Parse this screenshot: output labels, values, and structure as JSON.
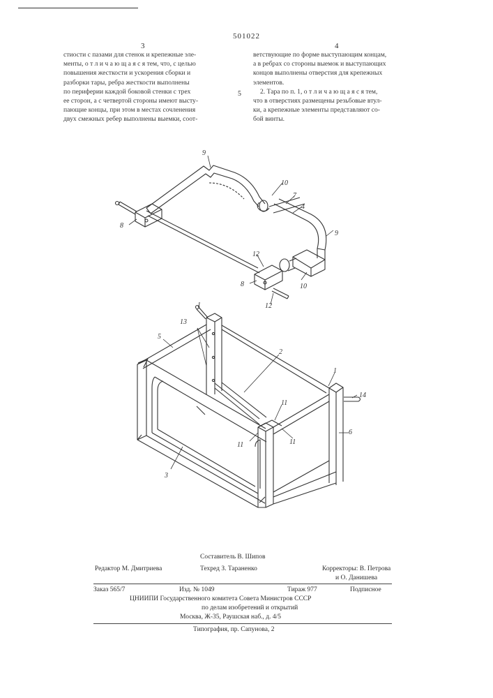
{
  "header": {
    "patent_number": "501022",
    "column_left_number": "3",
    "column_right_number": "4",
    "margin_line_number": "5"
  },
  "text": {
    "left_column": [
      "стиости с пазами для стенок и крепежные эле-",
      "менты, о т л и ч а ю щ а я с я тем, что, с целью",
      "повышения жесткости и ускорения сборки и",
      "разборки тары, ребра жесткости выполнены",
      "по периферии каждой боковой стенки с трех",
      "ее сторон, а с четвертой стороны имеют высту-",
      "пающие концы, при этом в местах сочленения",
      "двух смежных ребер выполнены выемки, соот-"
    ],
    "right_column": [
      "ветствующие по форме выступающим концам,",
      "а в ребрах со стороны выемок и выступающих",
      "концов выполнены отверстия для крепежных",
      "элементов.",
      "2. Тара по п. 1, о т л и ч а ю щ а я с я тем,",
      "что в отверстиях размещены резьбовые втул-",
      "ки, а крепежные элементы представляют со-",
      "бой винты."
    ]
  },
  "drawing": {
    "labels": {
      "l9a": "9",
      "l10a": "10",
      "l7": "7",
      "l4": "4",
      "l9b": "9",
      "l8a": "8",
      "l12a": "12",
      "l8b": "8",
      "l10b": "10",
      "l12b": "12",
      "l1a": "1",
      "l13": "13",
      "l5": "5",
      "l2": "2",
      "l1b": "1",
      "l14": "14",
      "l11a": "11",
      "l11b": "11",
      "l11c": "11",
      "l6": "6",
      "l3": "3"
    }
  },
  "colophon": {
    "compiler": "Составитель В. Шипов",
    "editor": "Редактор М. Дмитриева",
    "techeditor": "Техред З. Тараненко",
    "correctors_1": "Корректоры: В. Петрова",
    "correctors_2": "и О. Данишева",
    "order": "Заказ 565/7",
    "edition": "Изд. № 1049",
    "circulation": "Тираж 977",
    "subscription": "Подписное",
    "org_1": "ЦНИИПИ Государственного комитета Совета Министров СССР",
    "org_2": "по делам изобретений и открытий",
    "org_3": "Москва, Ж-35, Раушская наб., д. 4/5",
    "printer": "Типография, пр. Сапунова, 2"
  }
}
